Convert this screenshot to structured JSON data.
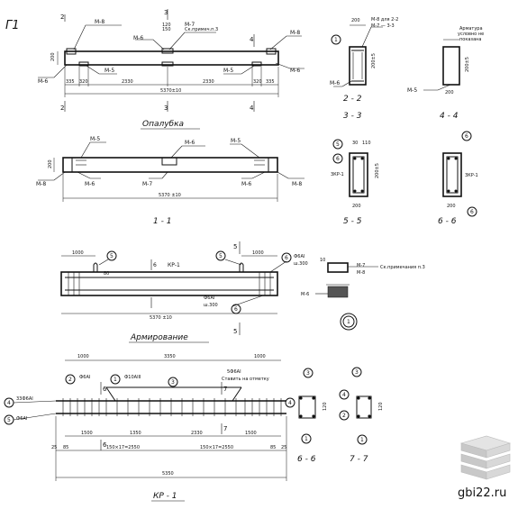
{
  "sheet": {
    "label": "Г1",
    "watermark": "gbi22.ru"
  },
  "titles": {
    "formwork": "Опалубка",
    "section_1_1": "1 - 1",
    "reinforcement": "Армирование",
    "cage": "КР - 1",
    "sec_2_2": "2 - 2",
    "sec_3_3": "3 - 3",
    "sec_4_4": "4 - 4",
    "sec_5_5": "5 - 5",
    "sec_6_6a": "6 - 6",
    "sec_6_6b": "6 - 6",
    "sec_7_7": "7 - 7"
  },
  "formwork": {
    "m8_left": "М-8",
    "m8_right": "М-8",
    "m7_note": "М-7",
    "m7_ref": "Ск.примеч.п.3",
    "m6_mid": "М-6",
    "m6_left": "М-6",
    "m6_right": "М-6",
    "m5_left": "М-5",
    "m5_right": "М-5",
    "dim_left": "335",
    "dim_320a": "320",
    "dim_2330a": "2330",
    "dim_2330b": "2330",
    "dim_320b": "320",
    "dim_335b": "335",
    "dim_total": "5370±10",
    "dim_150": "150",
    "dim_120": "120",
    "dim_200": "200",
    "mark_2": "2",
    "mark_3": "3",
    "mark_4": "4"
  },
  "section11": {
    "m5a": "М-5",
    "m6": "М-6",
    "m5b": "М-5",
    "m8a": "М-8",
    "m6a": "М-6",
    "m7": "М-7",
    "m6b": "М-6",
    "m8b": "М-8",
    "dim_total": "5370 ±10",
    "dim_200": "200"
  },
  "side_sections": {
    "s22_m8": "М-8 для 2-2",
    "s22_m7": "М-7 — 3-3",
    "s22_m6": "М-6",
    "s22_200": "200",
    "s22_h": "200±5",
    "s22_1": "1",
    "s44_note1": "Арматура",
    "s44_note2": "условно не",
    "s44_note3": "показана",
    "s44_m5": "М-5",
    "s44_200": "200",
    "s44_h": "200±5",
    "s55_ref": "5",
    "s55_6": "6",
    "s55_kr": "3КР-1",
    "s55_200": "200",
    "s55_h": "200±5",
    "s55_30": "30",
    "s55_110": "110",
    "s66_ref": "6",
    "s66_kr": "3КР-1",
    "s66_200": "200"
  },
  "reinforcement": {
    "dim_1000a": "1000",
    "dim_1000b": "1000",
    "kr1": "КР-1",
    "bar6": "6",
    "dim_80": "80",
    "phi1": "Ф6АI",
    "spacing1": "ш.300",
    "phi2": "Ф6АI",
    "spacing2": "ш.300",
    "dim_total": "5370 ±10",
    "pos_5a": "5",
    "pos_5b": "5",
    "pos_6a": "6",
    "pos_6b": "6",
    "cut_5": "5",
    "cut_6": "6",
    "m7": "М-7",
    "m8": "М-8",
    "m7_ref": "Ск.примечания п.3",
    "m6": "М-6",
    "dim_10": "10",
    "pos_1": "1"
  },
  "cage": {
    "dim_1000a": "1000",
    "dim_3350": "3350",
    "dim_1000b": "1000",
    "pos_2": "2",
    "pos_2_label": "Ф6АI",
    "pos_1": "1",
    "pos_1_label": "Ф10АIII",
    "pos_3": "3",
    "pos_5": "5Ф6АI",
    "pos_5_note": "Ставить на отметку",
    "pos_4": "4",
    "pos_33": "33Ф6АI",
    "pos_5b": "5",
    "pos_5b_label": "Ф6АI",
    "dim_1500a": "1500",
    "dim_1350": "1350",
    "dim_2330": "2330",
    "dim_1500b": "1500",
    "dim_25a": "25",
    "dim_85a": "85",
    "dim_150x17a": "150×17=2550",
    "dim_150x17b": "150×17=2550",
    "dim_85b": "85",
    "dim_25b": "25",
    "dim_total": "5350",
    "cut_6": "6",
    "cut_7": "7",
    "s66_3": "3",
    "s66_4": "4",
    "s66_1": "1",
    "s66_dim": "120",
    "s77_3": "3",
    "s77_4": "4",
    "s77_2": "2",
    "s77_1": "1",
    "s77_dim": "120"
  }
}
